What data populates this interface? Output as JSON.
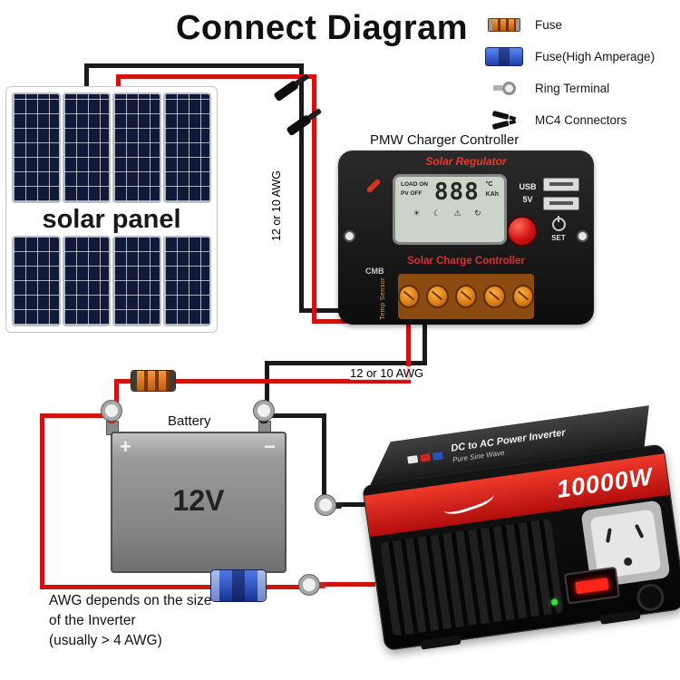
{
  "title": "Connect Diagram",
  "legend": {
    "items": [
      {
        "icon": "fuse-icon",
        "label": "Fuse"
      },
      {
        "icon": "fuse-high-amperage-icon",
        "label": "Fuse(High Amperage)"
      },
      {
        "icon": "ring-terminal-icon",
        "label": "Ring Terminal"
      },
      {
        "icon": "mc4-connectors-icon",
        "label": "MC4 Connectors"
      }
    ]
  },
  "solar_panel": {
    "label": "solar panel"
  },
  "controller": {
    "label": "PMW Charger Controller",
    "brand": "Solar Regulator",
    "lcd": {
      "load_on": "LOAD ON",
      "pv_off": "PV OFF",
      "digits": "888",
      "unit_temp": "°C",
      "unit_capacity": "KAh",
      "status_icons": "☀ ☾ ⚠ ↻"
    },
    "usb_label": "USB",
    "usb_voltage": "5V",
    "set_label": "SET",
    "subtitle": "Solar Charge Controller",
    "model": "CMB",
    "temp_sensor_label": "Temp Sensor"
  },
  "wires": {
    "pv_awg_label": "12 or 10 AWG",
    "battery_awg_label": "12 or 10 AWG"
  },
  "battery": {
    "label": "Battery",
    "voltage": "12V",
    "positive": "+",
    "negative": "−"
  },
  "inverter": {
    "top_line1": "DC to AC Power Inverter",
    "top_line2": "Pure Sine Wave",
    "power": "10000W"
  },
  "note": {
    "line1": "AWG depends on the size",
    "line2": "of the Inverter",
    "line3": "(usually > 4 AWG)"
  },
  "colors": {
    "wire_negative": "#1a1a1a",
    "wire_positive": "#cf1212",
    "fuse_orange": "#e07818",
    "fuse_blue": "#2b52c4",
    "accent_red": "#d42a1e",
    "lcd_bg": "#cdd5cb"
  }
}
